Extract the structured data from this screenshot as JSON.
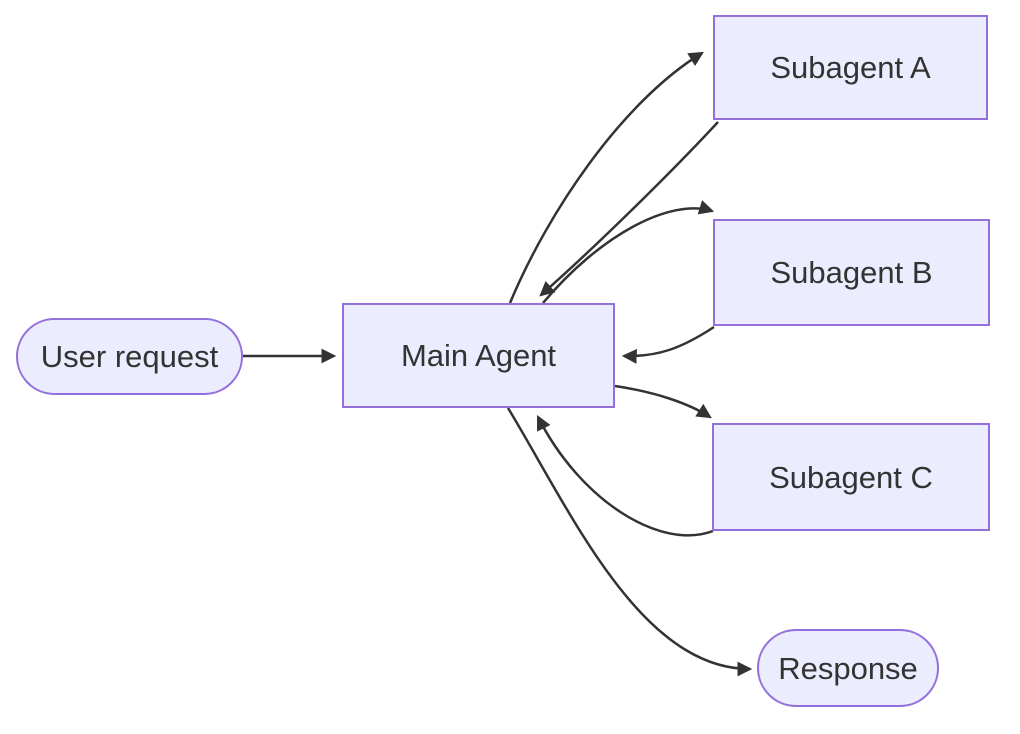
{
  "diagram": {
    "type": "flowchart",
    "direction": "left-to-right",
    "colors": {
      "background": "#ffffff",
      "node_fill": "#ECECFF",
      "node_border": "#9370DB",
      "edge_stroke": "#333333",
      "text": "#333333"
    },
    "nodes": [
      {
        "id": "user_request",
        "label": "User request",
        "shape": "stadium"
      },
      {
        "id": "main_agent",
        "label": "Main Agent",
        "shape": "rect"
      },
      {
        "id": "subagent_a",
        "label": "Subagent A",
        "shape": "rect"
      },
      {
        "id": "subagent_b",
        "label": "Subagent B",
        "shape": "rect"
      },
      {
        "id": "subagent_c",
        "label": "Subagent C",
        "shape": "rect"
      },
      {
        "id": "response",
        "label": "Response",
        "shape": "stadium"
      }
    ],
    "edges": [
      {
        "from": "user_request",
        "to": "main_agent"
      },
      {
        "from": "main_agent",
        "to": "subagent_a"
      },
      {
        "from": "subagent_a",
        "to": "main_agent"
      },
      {
        "from": "main_agent",
        "to": "subagent_b"
      },
      {
        "from": "subagent_b",
        "to": "main_agent"
      },
      {
        "from": "main_agent",
        "to": "subagent_c"
      },
      {
        "from": "subagent_c",
        "to": "main_agent"
      },
      {
        "from": "main_agent",
        "to": "response"
      }
    ]
  }
}
